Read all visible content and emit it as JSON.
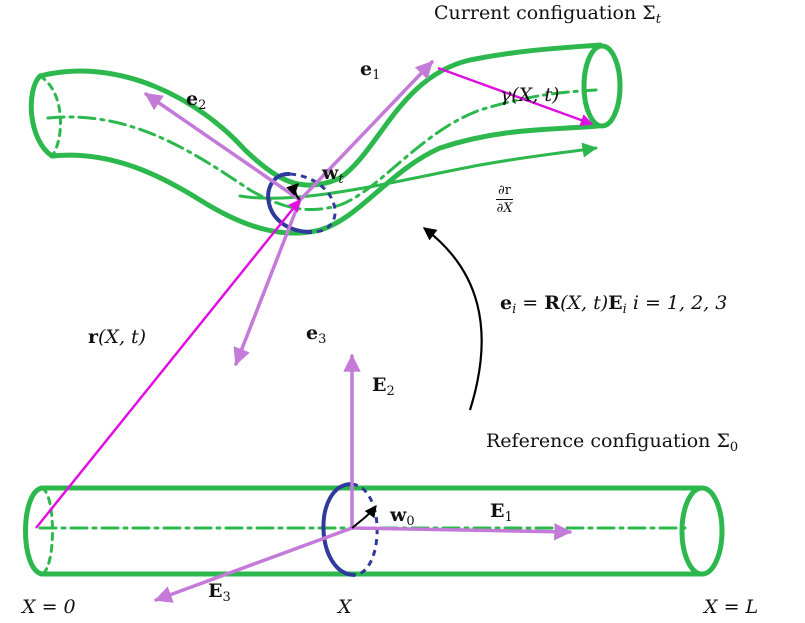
{
  "labels": {
    "current_config": "Current configuation Σ",
    "current_config_sub": "t",
    "reference_config": "Reference configuation Σ",
    "reference_config_sub": "0",
    "e1": "e",
    "e1_sub": "1",
    "e2": "e",
    "e2_sub": "2",
    "e3": "e",
    "e3_sub": "3",
    "wt": "w",
    "wt_sub": "t",
    "w0": "w",
    "w0_sub": "0",
    "E1": "E",
    "E1_sub": "1",
    "E2": "E",
    "E2_sub": "2",
    "E3": "E",
    "E3_sub": "3",
    "gamma": "γ(X, t)",
    "r": "r",
    "r_args": "(X, t)",
    "dr_num": "∂r",
    "dr_den": "∂X",
    "relation_lhs": "e",
    "relation_lhs_sub": "i",
    "relation_eq": " = ",
    "relation_R": "R",
    "relation_args": "(X, t)",
    "relation_E": "E",
    "relation_E_sub": "i",
    "relation_range": "  i = 1, 2, 3",
    "x0": "X = 0",
    "x_mid": "X",
    "xL": "X = L"
  },
  "colors": {
    "tube": "#2db84e",
    "frame_vector": "#c47ad8",
    "position_vector": "#e010e0",
    "cross_section": "#303a9a",
    "arrow": "#000000"
  }
}
